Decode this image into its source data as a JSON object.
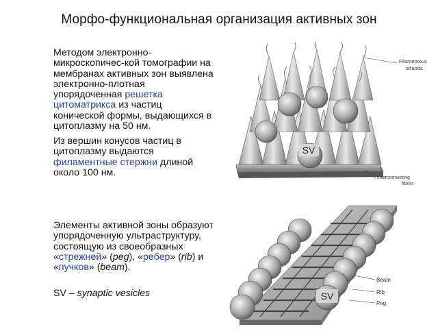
{
  "title": "Морфо-функциональная организация активных зон",
  "p1": {
    "a": "Методом электронно-микроскопичес-кой томографии на мембранах активных зон выявлена электронно-плотная упорядоченная ",
    "hl": "решетка цитоматрикса",
    "b": " из частиц конической формы, выдающихся в цитоплазму на 50 нм."
  },
  "p2": {
    "a": "Из вершин конусов частиц в цитоплазму выдаются ",
    "hl": "филаментные стержни",
    "b": " длиной около 100 нм."
  },
  "p3": {
    "a": "Элементы активной зоны образуют упорядоченную ультраструктуру, состоящую из своеобразных «",
    "peg": "стрежней",
    "peg_en": "peg",
    "c1": "» (",
    "c2": "), «",
    "rib": "ребер",
    "rib_en": "rib",
    "c3": ") и «",
    "beam": "пучков",
    "beam_en": "beam",
    "c4": ")."
  },
  "p4": {
    "a": "SV – ",
    "b": "synaptic vesicles"
  },
  "fig1": {
    "sv": "SV",
    "filament_1": "Filamentous",
    "filament_2": "strands",
    "fibrils_1": "Interconnecting",
    "fibrils_2": "fibrils"
  },
  "fig2": {
    "sv": "SV",
    "beam": "Beam",
    "rib": "Rib",
    "peg": "Peg"
  }
}
